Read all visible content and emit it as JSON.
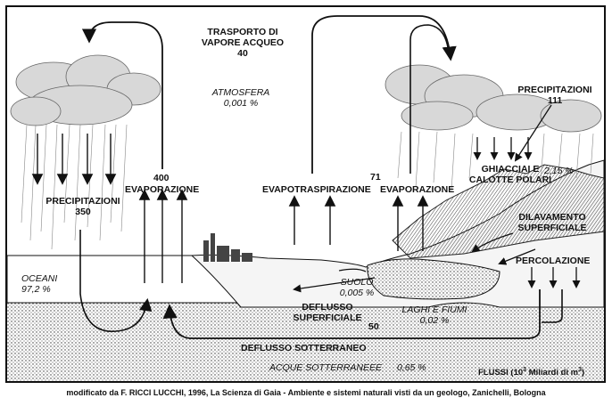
{
  "labels": {
    "transport_l1": "TRASPORTO DI",
    "transport_l2": "VAPORE ACQUEO",
    "transport_val": "40",
    "atmosphere": "ATMOSFERA",
    "atmosphere_pct": "0,001 %",
    "precip_right": "PRECIPITAZIONI",
    "precip_right_val": "111",
    "evap_left_val": "400",
    "evap_left": "EVAPORAZIONE",
    "evapotransp": "EVAPOTRASPIRAZIONE",
    "evap_right_val": "71",
    "evap_right": "EVAPORAZIONE",
    "glaciers_l1": "GHIACCIAI E",
    "glaciers_l2": "CALOTTE POLARI",
    "glaciers_pct": "2,15 %",
    "precip_left": "PRECIPITAZIONI",
    "precip_left_val": "350",
    "runoff_surface_l1": "DILAVAMENTO",
    "runoff_surface_l2": "SUPERFICIALE",
    "percolation": "PERCOLAZIONE",
    "oceans": "OCEANI",
    "oceans_pct": "97,2 %",
    "soil": "SUOLO",
    "soil_pct": "0,005 %",
    "outflow_l1": "DEFLUSSO",
    "outflow_l2": "SUPERFICIALE",
    "outflow_val": "50",
    "lakes": "LAGHI E FIUMI",
    "lakes_pct": "0,02 %",
    "groundwater_flow": "DEFLUSSO SOTTERRANEO",
    "groundwater": "ACQUE SOTTERRANEEE",
    "groundwater_pct": "0,65 %",
    "flux_prefix": "FLUSSI (10",
    "flux_exp": "3",
    "flux_suffix": " Miliardi di m",
    "flux_exp2": "3",
    "flux_close": ")"
  },
  "caption": {
    "prefix": "modificato da  ",
    "author": "F. RICCI LUCCHI",
    "rest": ", 1996, La Scienza di Gaia - Ambiente e sistemi naturali visti da un geologo, Zanichelli, Bologna"
  }
}
